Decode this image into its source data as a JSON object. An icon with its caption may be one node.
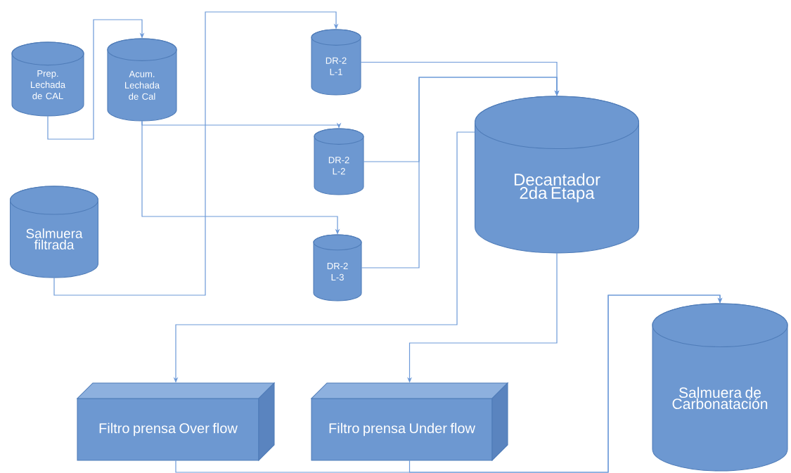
{
  "diagram": {
    "nodes": [
      {
        "text": [
          "Prep. Lechada de CAL"
        ]
      },
      {
        "text": [
          "Acum. Lechada de Cal"
        ]
      },
      {
        "text": [
          "DR-2 L-1"
        ]
      },
      {
        "text": [
          "DR-2 L-2"
        ]
      },
      {
        "text": [
          "DR-2 L-3"
        ]
      },
      {
        "text": [
          "Salmuera filtrada"
        ]
      },
      {
        "text": [
          "Decantador 2da Etapa"
        ]
      },
      {
        "text": [
          "Filtro prensa Over flow"
        ]
      },
      {
        "text": [
          "Filtro prensa Under flow"
        ]
      },
      {
        "text": [
          "Salmuera de Carbonatación"
        ]
      }
    ],
    "edges": [
      {
        "from": 0,
        "to": 1,
        "arrow": "to"
      },
      {
        "from": 1,
        "to": 3,
        "arrow": "to"
      },
      {
        "from": 1,
        "to": 4,
        "arrow": "to"
      },
      {
        "from": 5,
        "to": 2,
        "arrow": "to"
      },
      {
        "from": 2,
        "to": 6,
        "arrow": "to"
      },
      {
        "from": 3,
        "to": 6,
        "arrow": "to"
      },
      {
        "from": 4,
        "to": 6,
        "arrow": "to"
      },
      {
        "from": 6,
        "to": 7,
        "arrow": "to"
      },
      {
        "from": 6,
        "to": 8,
        "arrow": "to"
      },
      {
        "from": 7,
        "to": 9,
        "arrow": "to"
      },
      {
        "from": 8,
        "to": 9,
        "arrow": "to"
      }
    ]
  }
}
